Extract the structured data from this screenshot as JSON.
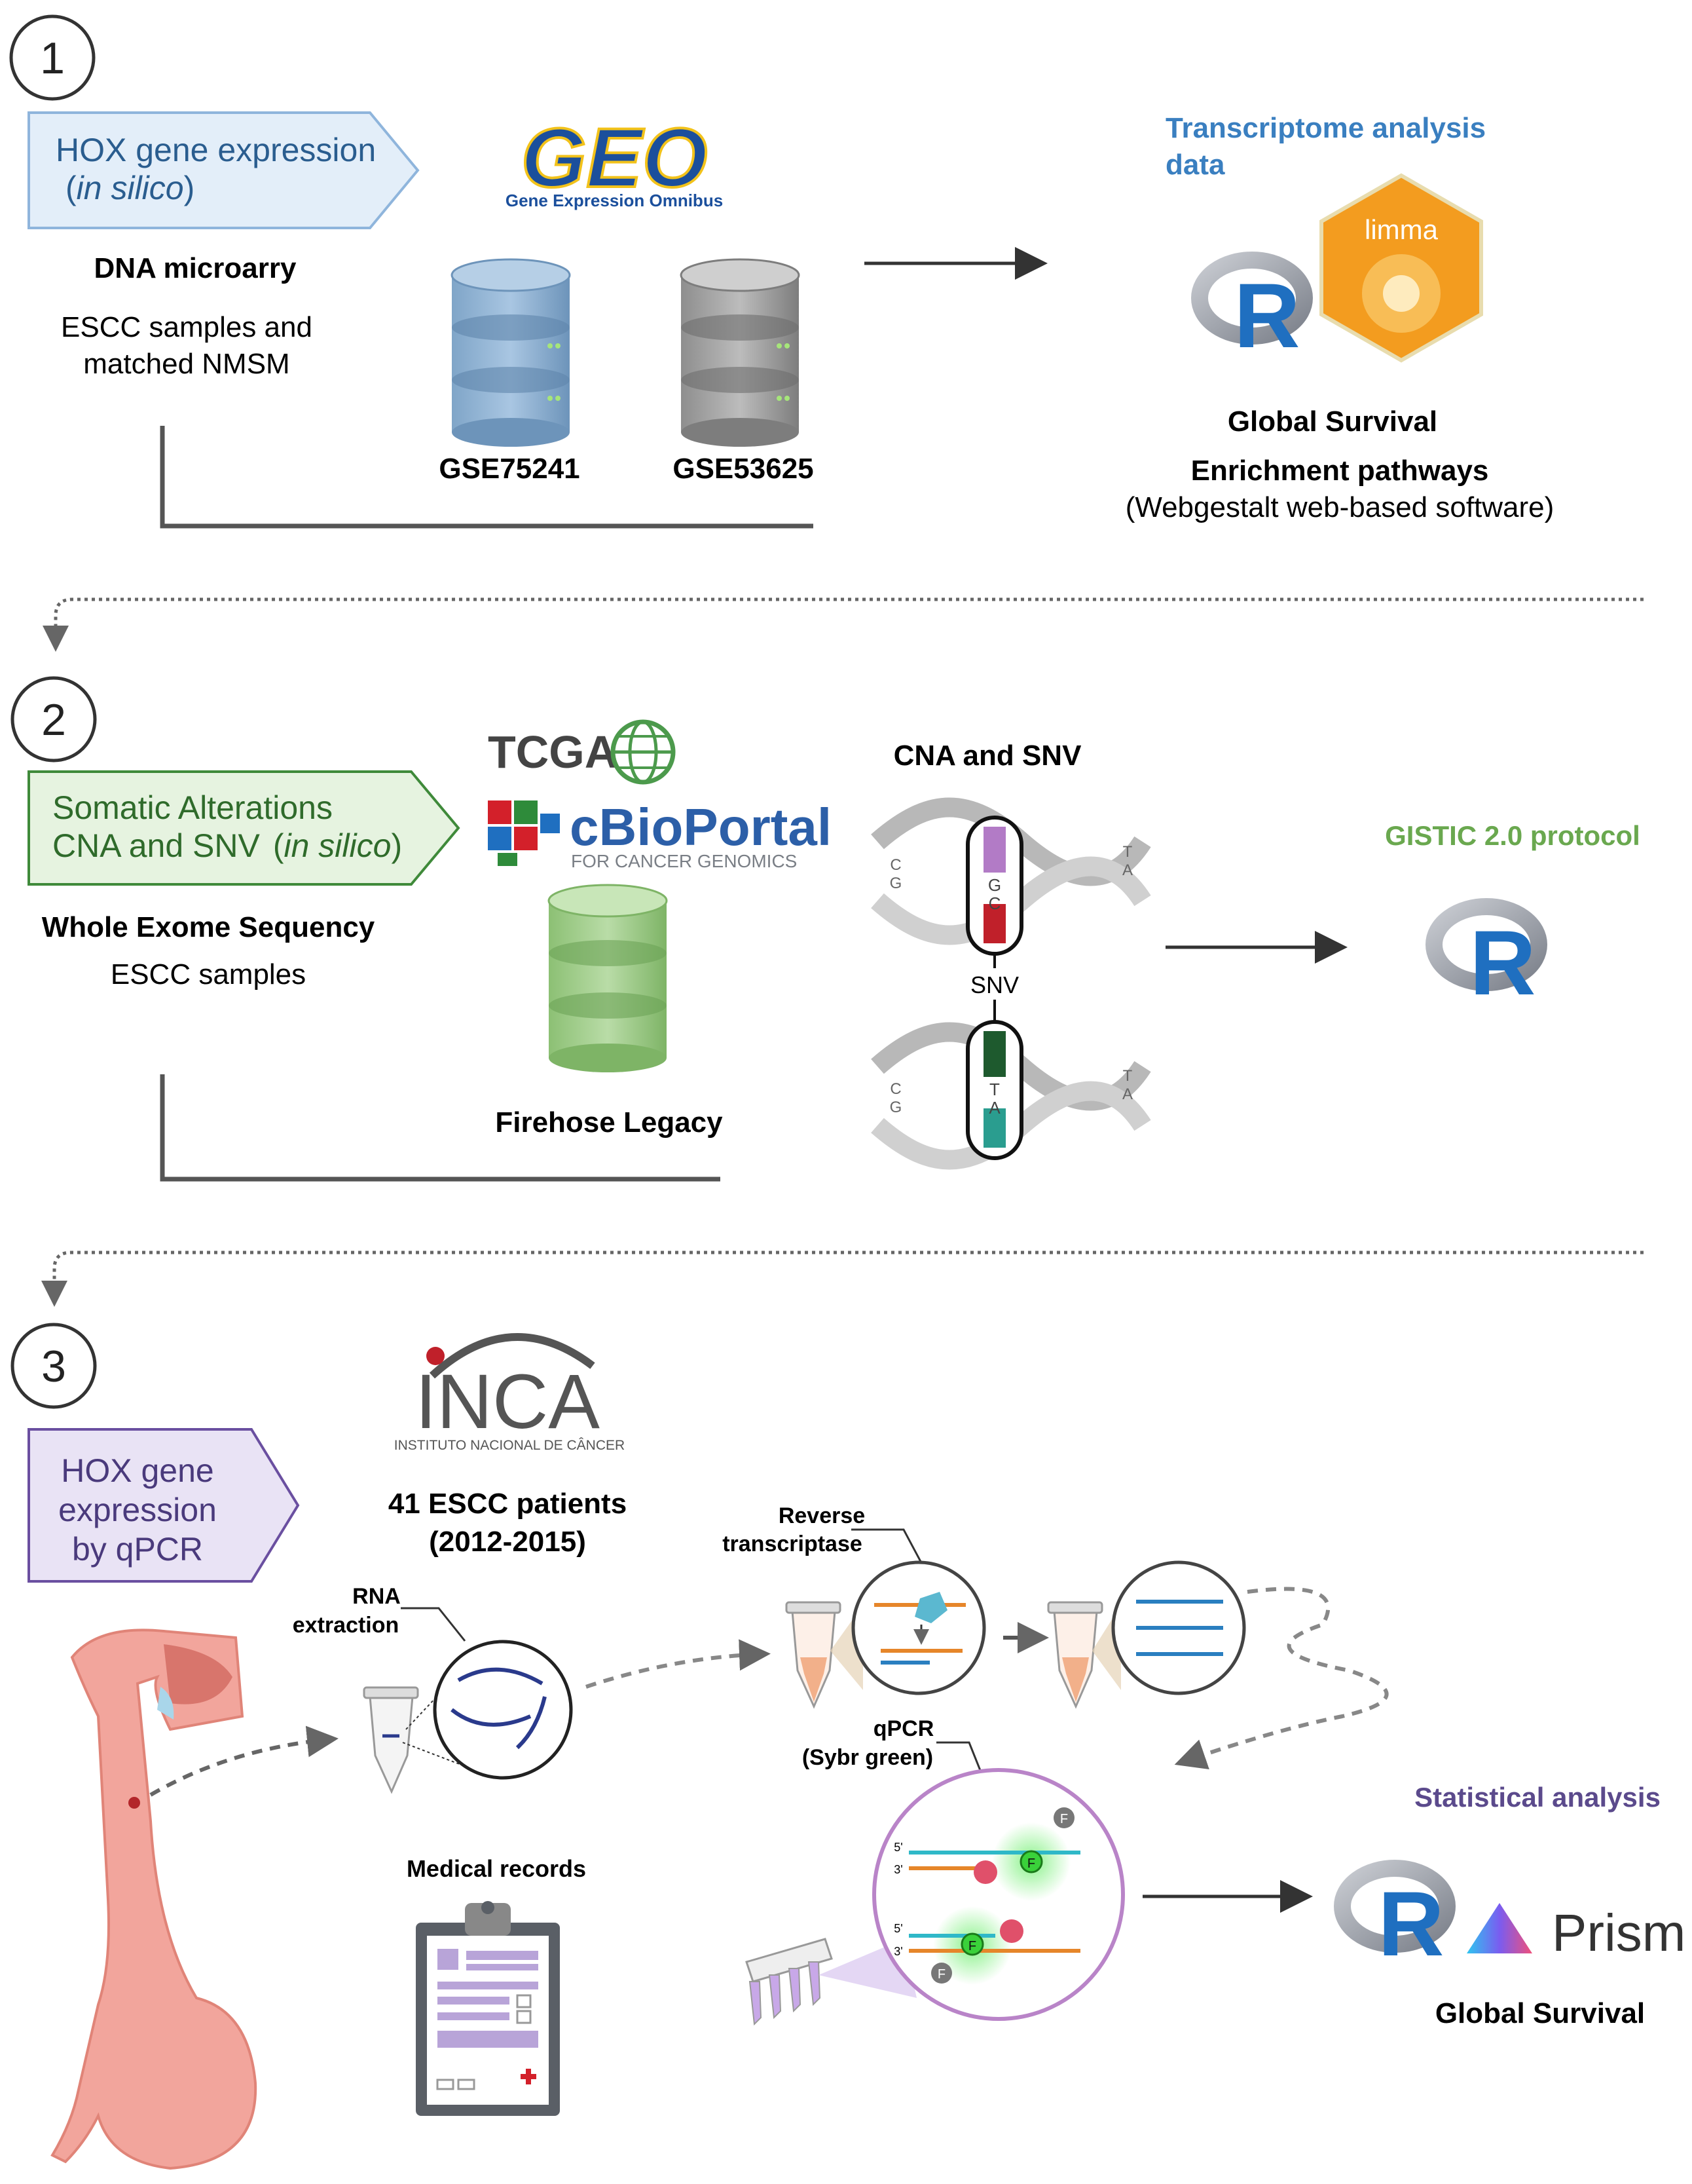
{
  "section1": {
    "number": "1",
    "banner_line1": "HOX gene expression",
    "banner_line2_open": "(",
    "banner_line2_italic": "in silico",
    "banner_line2_close": ")",
    "method_title": "DNA microarry",
    "method_desc_line1": "ESCC samples and",
    "method_desc_line2": "matched NMSM",
    "geo_logo": "GEO",
    "geo_subtitle": "Gene Expression Omnibus",
    "dataset1": "GSE75241",
    "dataset2": "GSE53625",
    "analysis_title_line1": "Transcriptome analysis",
    "analysis_title_line2": "data",
    "r_logo": "R",
    "limma_label": "limma",
    "result1": "Global Survival",
    "result2": "Enrichment pathways",
    "result3": "(Webgestalt web-based software)"
  },
  "section2": {
    "number": "2",
    "banner_line1": "Somatic Alterations",
    "banner_line2": "CNA and SNV",
    "banner_line2_open": "(",
    "banner_line2_italic": "in silico",
    "banner_line2_close": ")",
    "method_title": "Whole Exome Sequency",
    "method_desc": "ESCC samples",
    "tcga_logo": "TCGA",
    "cbio_logo": "cBioPortal",
    "cbio_subtitle": "FOR CANCER GENOMICS",
    "dataset": "Firehose Legacy",
    "dna_title": "CNA and SNV",
    "snv_label": "SNV",
    "dna_top_bases": [
      "G",
      "C"
    ],
    "dna_bottom_bases": [
      "T",
      "A"
    ],
    "dna_left_bases": [
      "C",
      "G"
    ],
    "dna_right_bases": [
      "T",
      "A"
    ],
    "protocol": "GISTIC 2.0 protocol",
    "r_logo": "R"
  },
  "section3": {
    "number": "3",
    "banner_line1": "HOX gene",
    "banner_line2": "expression",
    "banner_line3": "by qPCR",
    "inca_logo": "INCA",
    "inca_subtitle": "INSTITUTO NACIONAL DE CÂNCER",
    "patients_line1": "41 ESCC patients",
    "patients_line2": "(2012-2015)",
    "rna_line1": "RNA",
    "rna_line2": "extraction",
    "rt_line1": "Reverse",
    "rt_line2": "transcriptase",
    "qpcr_line1": "qPCR",
    "qpcr_line2": "(Sybr green)",
    "fluor_label": "F",
    "strand_labels": [
      "5'",
      "3'"
    ],
    "medical_records": "Medical records",
    "stats_title": "Statistical analysis",
    "r_logo": "R",
    "prism_logo": "Prism",
    "result": "Global Survival"
  },
  "colors": {
    "blue_banner_fill": "#e3eef9",
    "blue_banner_stroke": "#8fb5dc",
    "green_banner_fill": "#e6f3e0",
    "green_banner_stroke": "#3f8a3a",
    "purple_banner_fill": "#e9e3f5",
    "purple_banner_stroke": "#6a4fa0",
    "transcriptome_title": "#3a7fc0",
    "gistic_title": "#6aa84f",
    "stats_title": "#5b4a8c",
    "r_blue": "#1f6fc0",
    "limma_orange": "#f39c1f"
  }
}
